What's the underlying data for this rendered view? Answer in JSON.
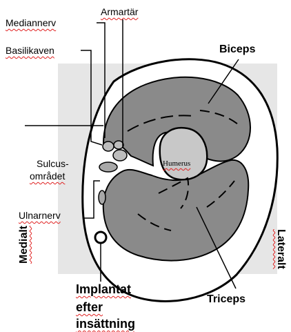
{
  "labels": {
    "mediannerv": "Mediannerv",
    "armartar": "Armartär",
    "basilikaven": "Basilikaven",
    "biceps": "Biceps",
    "sulcus_line1": "Sulcus-",
    "sulcus_line2": "området",
    "humerus": "Humerus",
    "ulnarnerv": "Ulnarnerv",
    "medialt": "Medialt",
    "lateralt": "Lateralt",
    "implantat_line1": "Implantat",
    "implantat_line2": "efter",
    "implantat_line3": "insättning",
    "triceps": "Triceps"
  },
  "colors": {
    "background_panel": "#e6e6e6",
    "muscle": "#8a8a8a",
    "bone": "#c8c8c8",
    "outline": "#000000",
    "spellcheck_underline": "#e02020"
  }
}
